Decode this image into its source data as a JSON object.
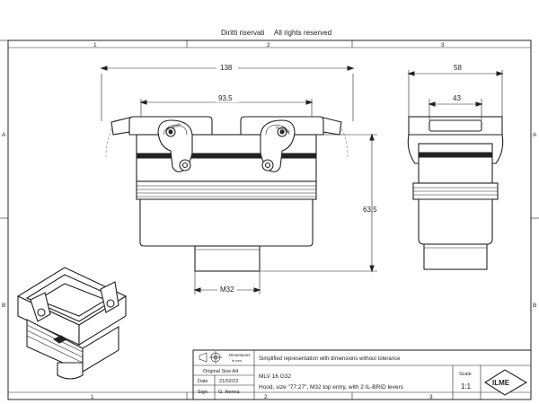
{
  "header": {
    "rights_it": "Diritti riservati",
    "rights_en": "All rights reserved"
  },
  "grid": {
    "columns": [
      "1",
      "2",
      "3"
    ],
    "rows": [
      "A",
      "B"
    ]
  },
  "dimensions": {
    "overall_width": "138",
    "inner_width": "93,5",
    "height": "63,5",
    "thread": "M32",
    "side_width": "58",
    "side_inner": "43"
  },
  "lever_text": "IL-BRID",
  "title_block": {
    "dimensions_label": "Dimensions",
    "units_label": "in mm",
    "note": "Simplified representation with dimensions without tolerance",
    "original_size": "Original Size A4",
    "date_label": "Date",
    "date_value": "21/02/22",
    "sign_label": "Sign.",
    "sign_value": "G. Renna",
    "part_number": "MLV 16 G32",
    "description": "Hood, size \"77.27\", M32 top entry, with 2 IL-BRID levers",
    "scale_label": "Scale",
    "scale_value": "1:1",
    "logo_text": "ILME"
  }
}
